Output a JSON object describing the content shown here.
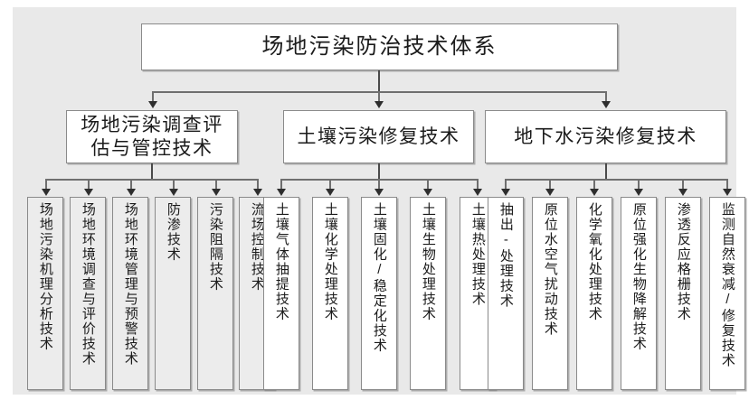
{
  "diagram": {
    "title": "场地污染防治技术体系",
    "type": "tree-hierarchy",
    "background_color": "#e9e9e9",
    "box_fill_white": "#ffffff",
    "box_fill_shaded": "#ececec",
    "border_color": "#8a8a8a",
    "connector_color": "#4a4a4a"
  },
  "root": {
    "label": "场地污染防治技术体系"
  },
  "branches": [
    {
      "label": "场地污染调查评\n估与管控技术",
      "label_plain": "场地污染调查评估与管控技术",
      "children": [
        {
          "label": "场地污染机理分析技术"
        },
        {
          "label": "场地环境调查与评价技术"
        },
        {
          "label": "场地环境管理与预警技术"
        },
        {
          "label": "防渗技术"
        },
        {
          "label": "污染阻隔技术"
        },
        {
          "label": "流场控制技术"
        }
      ]
    },
    {
      "label": "土壤污染修复技术",
      "label_plain": "土壤污染修复技术",
      "children": [
        {
          "label": "土壤气体抽提技术"
        },
        {
          "label": "土壤化学处理技术"
        },
        {
          "label": "土壤固化/稳定化技术"
        },
        {
          "label": "土壤生物处理技术"
        },
        {
          "label": "土壤热处理技术"
        }
      ]
    },
    {
      "label": "地下水污染修复技术",
      "label_plain": "地下水污染修复技术",
      "children": [
        {
          "label": "抽出-处理技术"
        },
        {
          "label": "原位水空气扰动技术"
        },
        {
          "label": "化学氧化处理技术"
        },
        {
          "label": "原位强化生物降解技术"
        },
        {
          "label": "渗透反应格栅技术"
        },
        {
          "label": "监测自然衰减/修复技术"
        }
      ]
    }
  ]
}
